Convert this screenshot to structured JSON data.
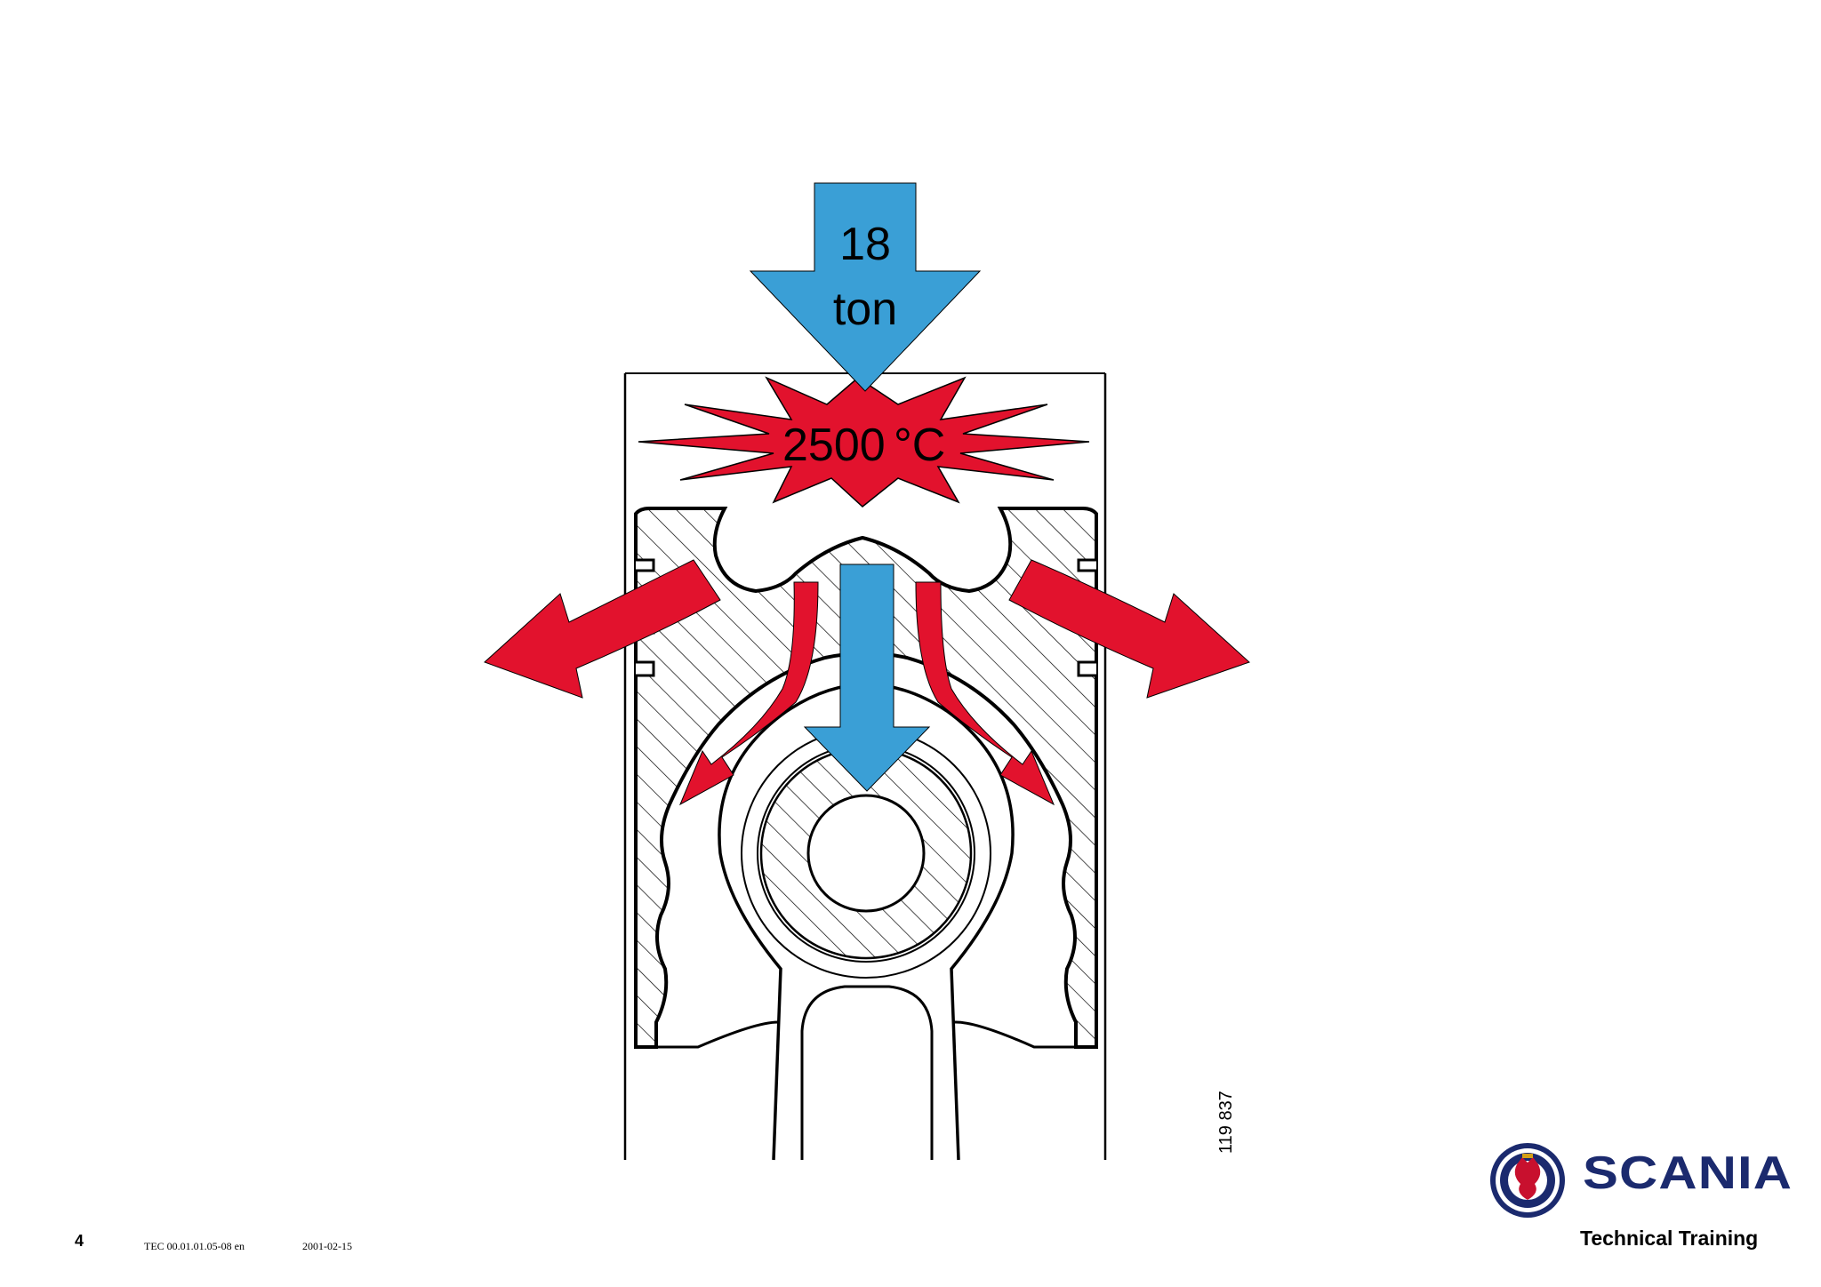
{
  "diagram": {
    "force_line1": "18",
    "force_line2": "ton",
    "temperature": "2500",
    "temperature_unit": "°C",
    "figure_number": "119 837"
  },
  "brand": {
    "name": "SCANIA",
    "tagline": "Technical Training"
  },
  "footer": {
    "page_number": "4",
    "document_code": "TEC 00.01.01.05-08 en",
    "date": "2001-02-15"
  },
  "colors": {
    "force_arrow": "#3a9fd6",
    "heat_red": "#e2122d",
    "logo_blue": "#1b2a6e"
  }
}
